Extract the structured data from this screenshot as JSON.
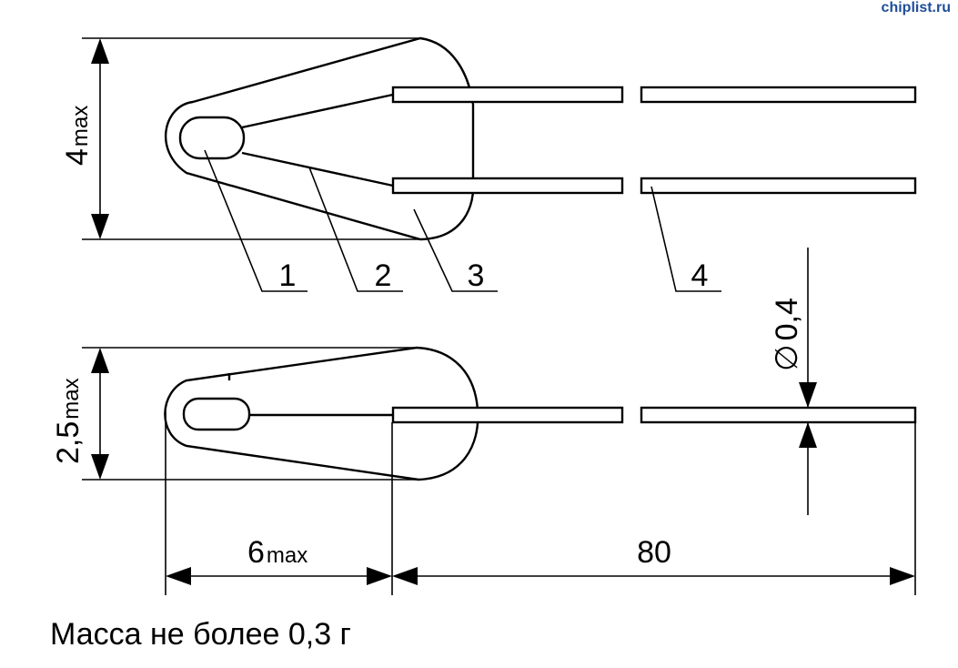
{
  "watermark": "chiplist.ru",
  "dimensions": {
    "top_height_value": "4",
    "top_height_suffix": "max",
    "side_height_value": "2,5",
    "side_height_suffix": "max",
    "body_length_value": "6",
    "body_length_suffix": "max",
    "lead_length": "80",
    "lead_diameter_symbol": "∅",
    "lead_diameter_value": "0,4"
  },
  "callouts": [
    "1",
    "2",
    "3",
    "4"
  ],
  "note": "Масса не более 0,3 г"
}
